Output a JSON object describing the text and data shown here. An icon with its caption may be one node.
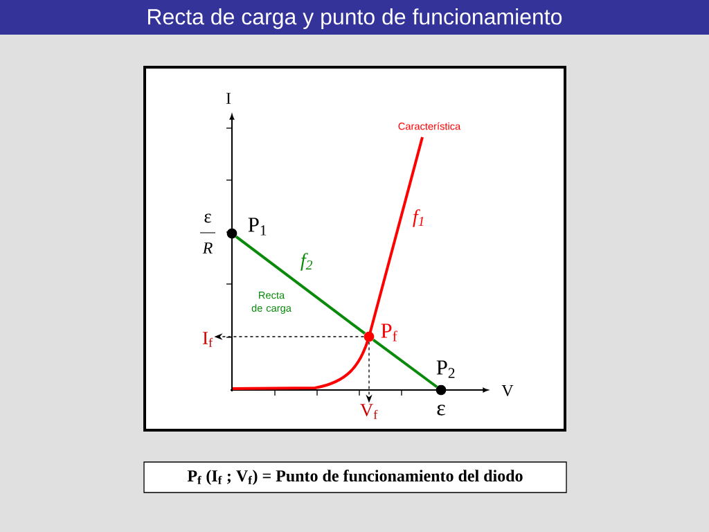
{
  "diagram": {
    "title": "Recta de carga y punto de funcionamiento",
    "caption": "P$_{f}$ (I$_{f}$ ; V$_{f}$) = Punto de funcionamiento del diodo",
    "nodes": [
      {
        "text": [],
        "shape": "circle",
        "beside": [
          "P$_{1}$"
        ]
      },
      {
        "text": [],
        "shape": "circle",
        "beside": [
          "P$_{f}$"
        ]
      },
      {
        "text": [],
        "shape": "circle",
        "beside": [
          "P$_{2}$"
        ]
      },
      {
        "text": [
          "I$_{f}$"
        ]
      },
      {
        "text": [
          "V$_{f}$"
        ]
      }
    ],
    "edges": [
      {
        "from": 0,
        "to": 1,
        "arrow": "none",
        "style": "thick",
        "color": "#0a8a0a"
      },
      {
        "from": 1,
        "to": 2,
        "arrow": "none",
        "style": "thick",
        "color": "#0a8a0a"
      },
      {
        "from": 1,
        "to": 3,
        "arrow": "to",
        "style": "dashed",
        "color": "#000000"
      },
      {
        "from": 1,
        "to": 4,
        "arrow": "to",
        "style": "dashed",
        "color": "#000000"
      }
    ],
    "labels": [
      "I",
      "Característica",
      "f$_{1}$",
      "ε",
      "R",
      "f$_{2}$",
      "Recta de carga",
      "V",
      "ε"
    ]
  }
}
